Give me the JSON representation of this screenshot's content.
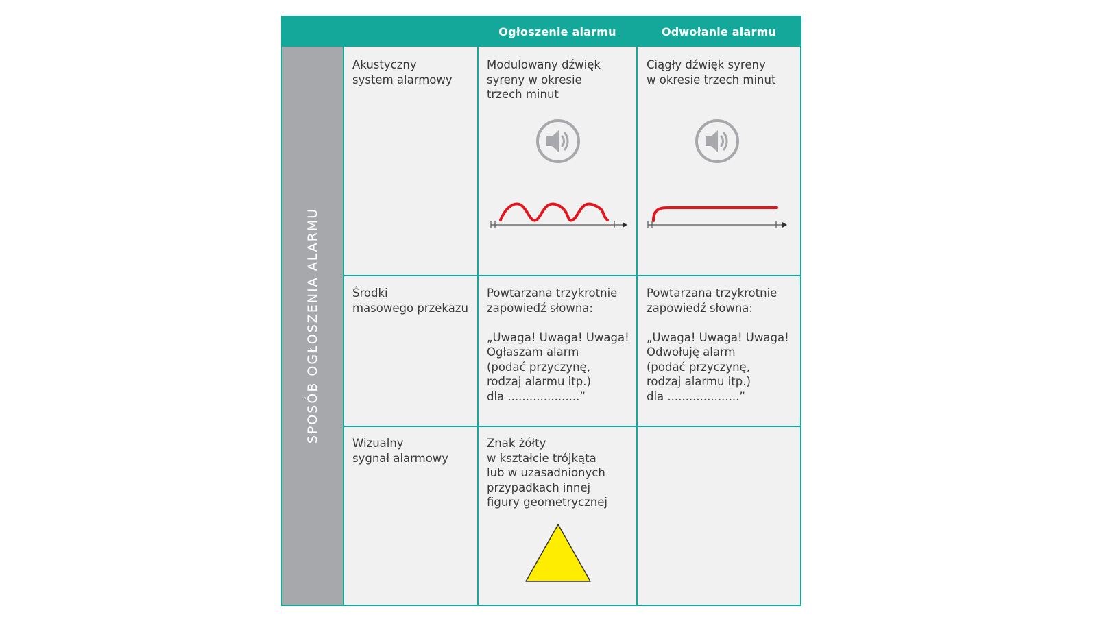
{
  "header": {
    "col_announce": "Ogłoszenie alarmu",
    "col_cancel": "Odwołanie alarmu"
  },
  "side_label": "SPOSÓB  OGŁOSZENIA  ALARMU",
  "rows": [
    {
      "label": "Akustyczny\nsystem alarmowy",
      "announce": "Modulowany dźwięk\nsyreny w okresie\ntrzech minut",
      "cancel": "Ciągły dźwięk syreny\nw okresie trzech minut",
      "announce_icon": "speaker-icon",
      "cancel_icon": "speaker-icon",
      "announce_signal": "modulated-wave",
      "cancel_signal": "continuous-tone"
    },
    {
      "label": "Środki\nmasowego przekazu",
      "announce": "Powtarzana trzykrotnie\nzapowiedź słowna:\n\n„Uwaga! Uwaga! Uwaga!\nOgłaszam alarm\n(podać przyczynę,\nrodzaj alarmu itp.)\ndla ....................”",
      "cancel": "Powtarzana trzykrotnie\nzapowiedź słowna:\n\n„Uwaga! Uwaga! Uwaga!\nOdwołuję alarm\n(podać przyczynę,\nrodzaj alarmu itp.)\ndla ....................”"
    },
    {
      "label": "Wizualny\nsygnał alarmowy",
      "announce": "Znak żółty\nw kształcie trójkąta\nlub w uzasadnionych\nprzypadkach innej\nfigury geometrycznej",
      "cancel": "",
      "announce_icon": "yellow-triangle-icon"
    }
  ],
  "colors": {
    "header": "#14a89b",
    "side_column": "#a7a8ab",
    "cell_background": "#f1f1f2",
    "signal_line": "#e3161e",
    "triangle_fill": "#ffed00",
    "icon_gray": "#a7a8ab"
  }
}
